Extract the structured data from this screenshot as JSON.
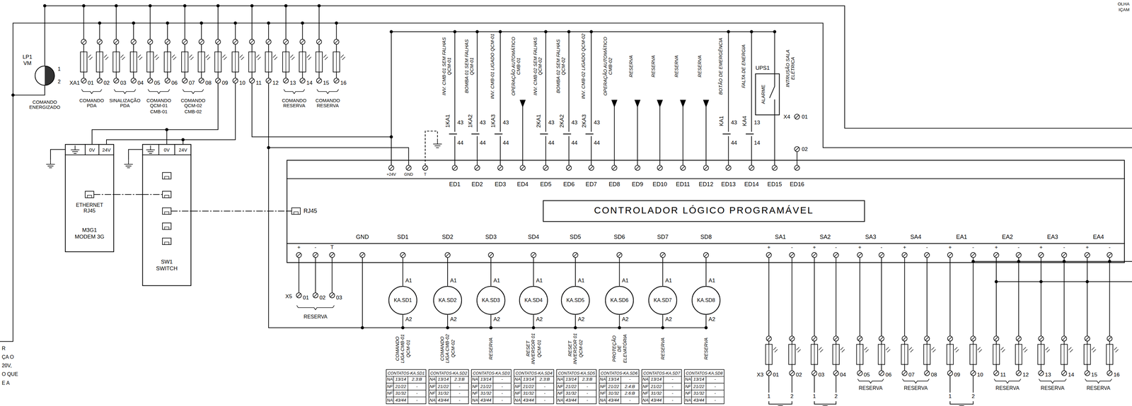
{
  "diagram": {
    "nodes": [
      {
        "text": [
          "LP1 VM",
          "1",
          "2"
        ]
      },
      {
        "text": [
          "0V",
          "24V",
          "ETHERNET RJ45",
          "M3G1 MODEM 3G"
        ]
      },
      {
        "text": [
          "0V",
          "24V",
          "SW1 SWITCH"
        ]
      },
      {
        "text": [
          "UPS1",
          "ALARME"
        ]
      },
      {
        "text": [
          "RJ45",
          "+24V",
          "GND",
          "T",
          "ED1",
          "ED2",
          "ED3",
          "ED4",
          "ED5",
          "ED6",
          "ED7",
          "ED8",
          "ED9",
          "ED10",
          "ED11",
          "ED12",
          "ED13",
          "ED14",
          "ED15",
          "ED16",
          "+",
          "-",
          "T",
          "GND",
          "SD1",
          "SD2",
          "SD3",
          "SD4",
          "SD5",
          "SD6",
          "SD7",
          "SD8",
          "SA1",
          "SA2",
          "SA3",
          "SA4",
          "EA1",
          "EA2",
          "EA3",
          "EA4",
          "+",
          "-",
          "+",
          "-",
          "+",
          "-",
          "+",
          "-",
          "+",
          "-",
          "+",
          "-",
          "+",
          "-",
          "+",
          "-"
        ]
      },
      {
        "text": [
          "CONTROLADOR LÓGICO PROGRAMÁVEL"
        ],
        "in": 4
      },
      {
        "text": [
          "KA.SD1",
          "A1",
          "A2"
        ]
      },
      {
        "text": [
          "KA.SD2",
          "A1",
          "A2"
        ]
      },
      {
        "text": [
          "KA.SD3",
          "A1",
          "A2"
        ]
      },
      {
        "text": [
          "KA.SD4",
          "A1",
          "A2"
        ]
      },
      {
        "text": [
          "KA.SD5",
          "A1",
          "A2"
        ]
      },
      {
        "text": [
          "KA.SD6",
          "A1",
          "A2"
        ]
      },
      {
        "text": [
          "KA.SD7",
          "A1",
          "A2"
        ]
      },
      {
        "text": [
          "KA.SD8",
          "A1",
          "A2"
        ]
      }
    ],
    "edges": [
      {
        "from": 1,
        "to": 2,
        "arrow": "none"
      },
      {
        "from": 2,
        "to": 4,
        "arrow": "none"
      },
      {
        "from": 3,
        "to": 4,
        "arrow": "none"
      },
      {
        "from": 4,
        "to": 6,
        "arrow": "none"
      },
      {
        "from": 4,
        "to": 7,
        "arrow": "none"
      },
      {
        "from": 4,
        "to": 8,
        "arrow": "none"
      },
      {
        "from": 4,
        "to": 9,
        "arrow": "none"
      },
      {
        "from": 4,
        "to": 10,
        "arrow": "none"
      },
      {
        "from": 4,
        "to": 11,
        "arrow": "none"
      },
      {
        "from": 4,
        "to": 12,
        "arrow": "none"
      },
      {
        "from": 4,
        "to": 13,
        "arrow": "none"
      }
    ],
    "labels": [
      "XA1",
      "01",
      "02",
      "03",
      "04",
      "05",
      "06",
      "07",
      "08",
      "09",
      "10",
      "11",
      "12",
      "13",
      "14",
      "15",
      "16",
      "COMANDO PDA",
      "SINALIZAÇÃO PDA",
      "COMANDO QCM-01 CMB-01",
      "COMANDO QCM-02 CMB-02",
      "COMANDO RESERVA",
      "COMANDO RESERVA",
      "COMANDO ENERGIZADO",
      "INV. CMB-01 SEM FALHAS QCM-01",
      "1KA1",
      "43",
      "44",
      "BOMBA 01 SEM FALHAS QCM-01",
      "1KA2",
      "43",
      "44",
      "INV. CMB-01 LIGADO QCM-01",
      "1KA3",
      "43",
      "44",
      "OPERAÇÃO AUTOMÁTICO CMB-01",
      "INV. CMB-02 SEM FALHAS QCM-02",
      "2KA1",
      "43",
      "44",
      "BOMBA 02 SEM FALHAS QCM-02",
      "2KA2",
      "43",
      "44",
      "INV. CMB-02 LIGADO QCM-02",
      "2KA3",
      "43",
      "44",
      "OPERAÇÃO AUTOMÁTICO CMB-02",
      "RESERVA",
      "RESERVA",
      "RESERVA",
      "RESERVA",
      "BOTÃO DE EMERGÊNCIA",
      "KA1",
      "43",
      "44",
      "FALTA DE ENERGIA",
      "KA4",
      "13",
      "14",
      "INTRUSÃO SALA ELÉTRICA",
      "X4",
      "01",
      "02",
      "X5",
      "01",
      "02",
      "03",
      "RESERVA",
      "COMANDO LIGA CMB-01 QCM-01",
      "COMANDO LIGA CMB-02 QCM-02",
      "RESERVA",
      "RESET INVERSOR 01 QCM-01",
      "RESET INVERSOR 01 QCM-02",
      "PROTEÇÃO DE ELEVATÓRIA",
      "RESERVA",
      "RESERVA",
      "CONTATOS-KA.SD1",
      "NA",
      "13/14",
      "2.3:B",
      "NF",
      "21/22",
      "-",
      "NF",
      "31/32",
      "-",
      "NA",
      "43/44",
      "-",
      "CONTATOS-KA.SD2",
      "NA",
      "13/14",
      "2.3:B",
      "NF",
      "21/22",
      "-",
      "NF",
      "31/32",
      "-",
      "NA",
      "43/44",
      "-",
      "CONTATOS-KA.SD3",
      "NA",
      "13/14",
      "-",
      "NF",
      "21/22",
      "-",
      "NF",
      "31/32",
      "-",
      "NA",
      "43/44",
      "-",
      "CONTATOS-KA.SD4",
      "NA",
      "13/14",
      "2.3:B",
      "NF",
      "21/22",
      "-",
      "NF",
      "31/32",
      "-",
      "NA",
      "43/44",
      "-",
      "CONTATOS-KA.SD5",
      "NA",
      "13/14",
      "2.3:B",
      "NF",
      "21/22",
      "-",
      "NF",
      "31/32",
      "-",
      "NA",
      "43/44",
      "-",
      "CONTATOS-KA.SD6",
      "NA",
      "13/14",
      "-",
      "NF",
      "21/22",
      "2.4:B",
      "NF",
      "31/32",
      "2.6:B",
      "NA",
      "43/44",
      "-",
      "CONTATOS-KA.SD7",
      "NA",
      "13/14",
      "-",
      "NF",
      "21/22",
      "-",
      "NF",
      "31/32",
      "-",
      "NA",
      "43/44",
      "-",
      "CONTATOS-KA.SD8",
      "NA",
      "13/14",
      "-",
      "NF",
      "21/22",
      "-",
      "NF",
      "31/32",
      "-",
      "NA",
      "43/44",
      "-",
      "X3",
      "01",
      "02",
      "03",
      "04",
      "05",
      "06",
      "07",
      "08",
      "09",
      "10",
      "11",
      "12",
      "13",
      "14",
      "15",
      "16",
      "1",
      "2",
      "1",
      "2",
      "1",
      "2",
      "RESERVA",
      "RESERVA",
      "RESERVA",
      "RESERVA",
      "RESERVA",
      "R",
      "ÇA O",
      "20V,",
      "O QUE",
      "E A",
      "OLHA",
      "IÇAM"
    ]
  }
}
